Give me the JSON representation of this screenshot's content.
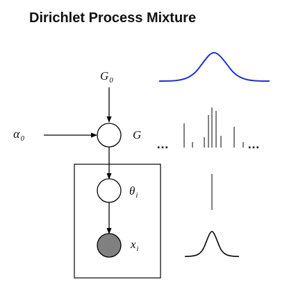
{
  "title": "Dirichlet Process Mixture",
  "nodes": {
    "g0": {
      "main": "G",
      "sub": "0"
    },
    "alpha0": {
      "main": "α",
      "sub": "0"
    },
    "g": {
      "main": "G"
    },
    "theta": {
      "main": "θ",
      "sub": "i"
    },
    "x": {
      "main": "x",
      "sub": "i"
    }
  },
  "ellipsis": "…",
  "colors": {
    "base_curve": "#1f2fd6",
    "observed_node": "#808080",
    "lines": "#000000"
  }
}
